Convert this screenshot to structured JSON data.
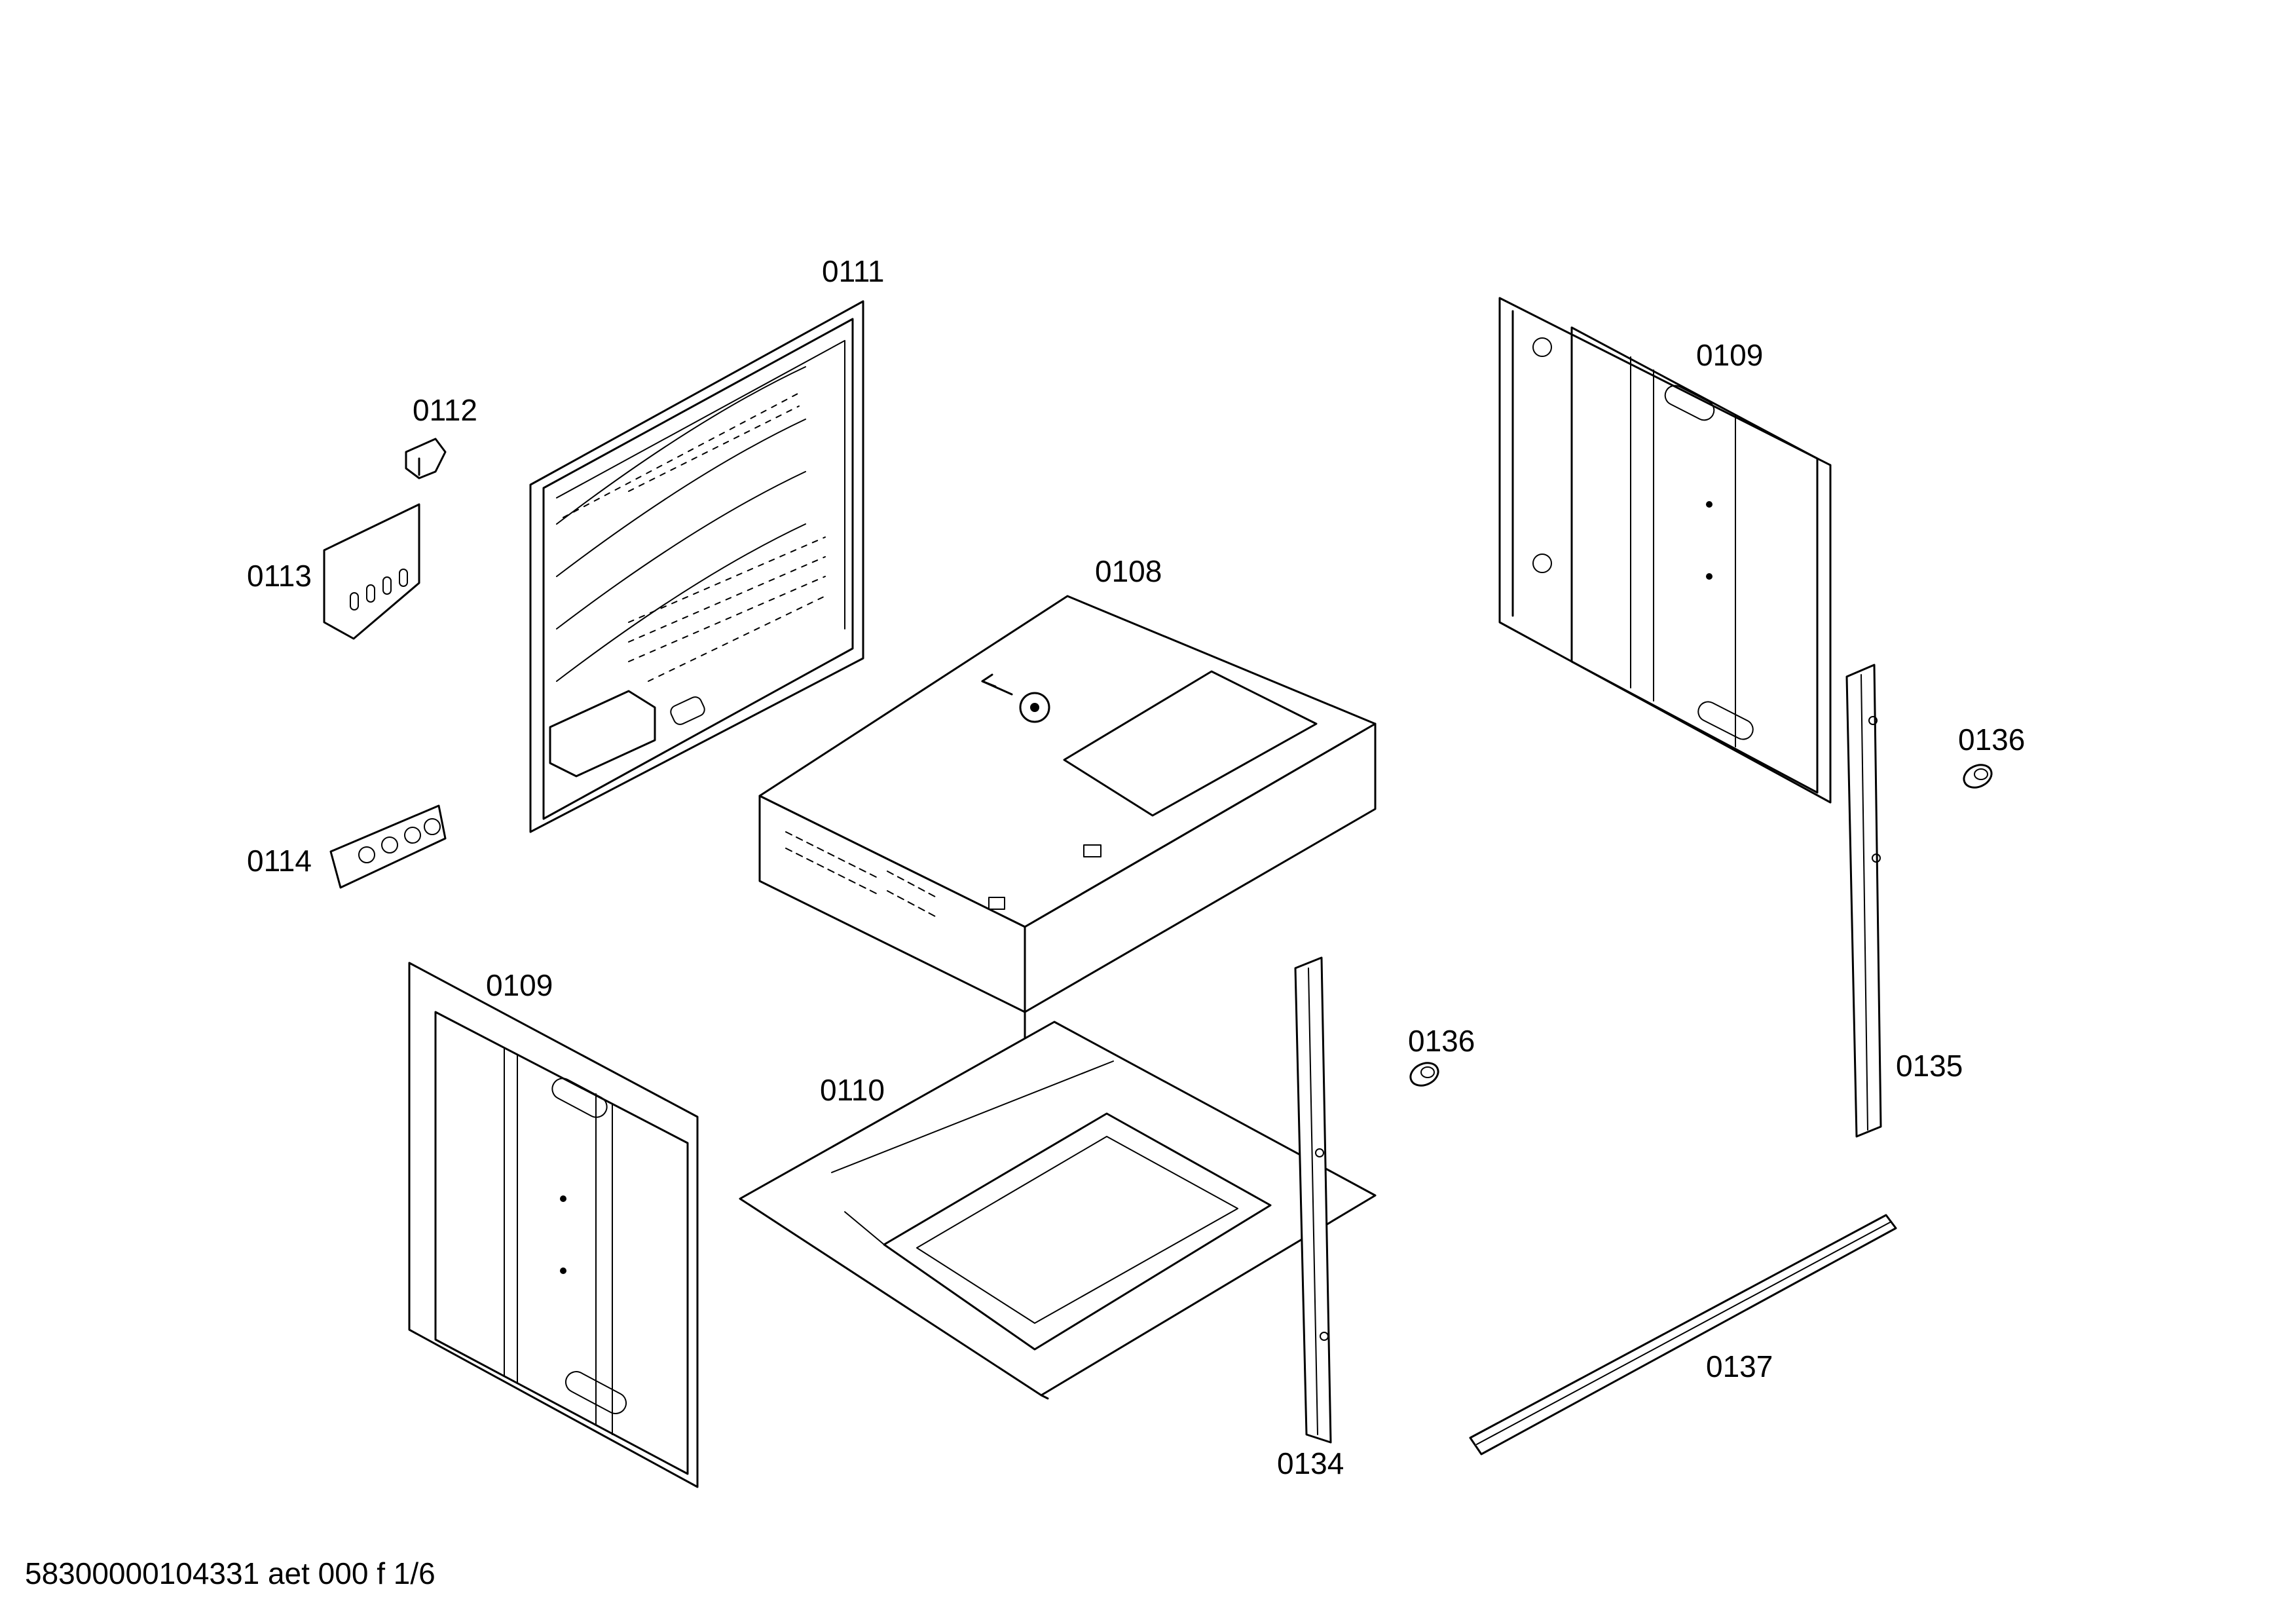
{
  "labels": {
    "p0111": "0111",
    "p0112": "0112",
    "p0113": "0113",
    "p0114": "0114",
    "p0108": "0108",
    "p0109_top": "0109",
    "p0109_bottom": "0109",
    "p0110": "0110",
    "p0134": "0134",
    "p0135": "0135",
    "p0136_top": "0136",
    "p0136_bottom": "0136",
    "p0137": "0137"
  },
  "footer": "58300000104331 aet 000 f 1/6"
}
